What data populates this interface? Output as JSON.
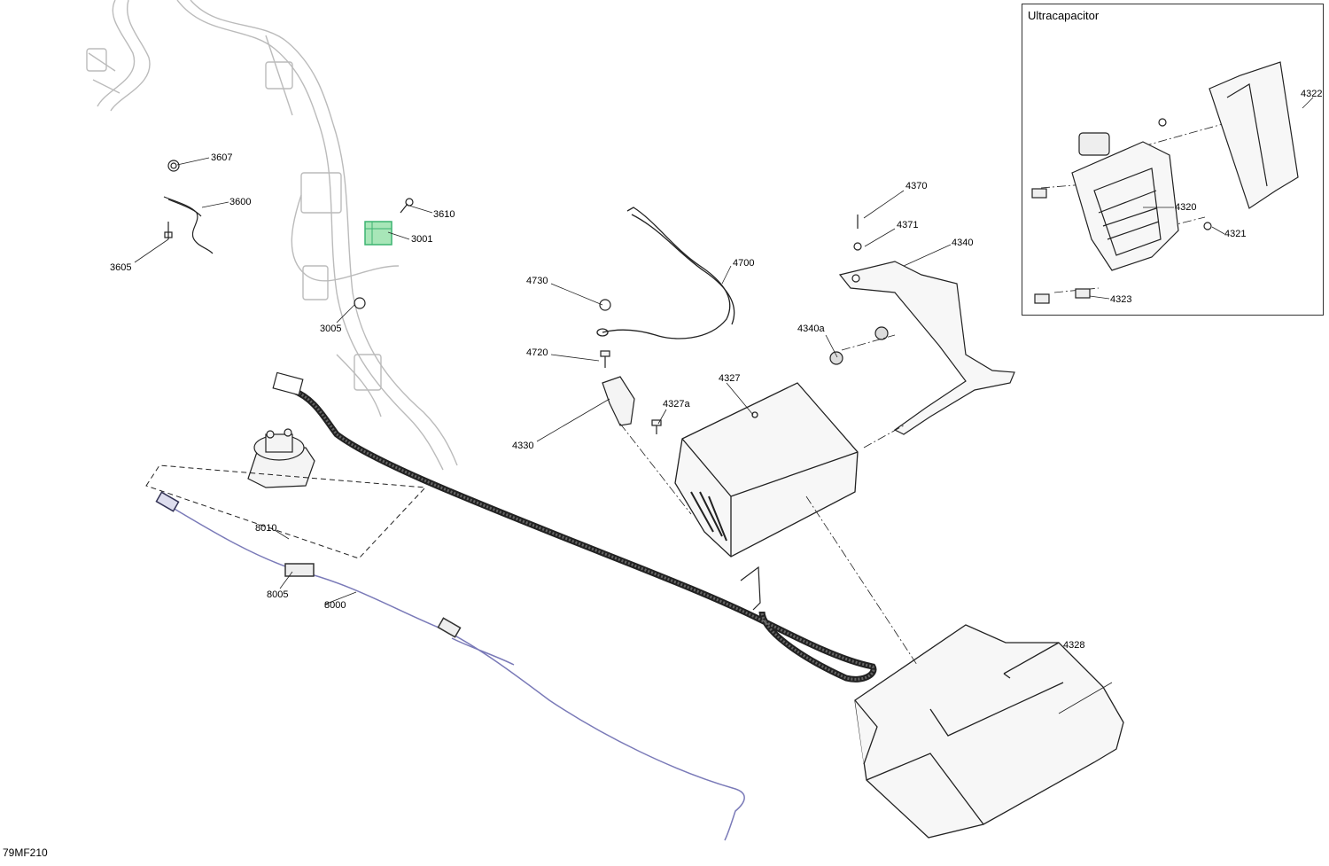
{
  "diagram": {
    "inset_title": "Ultracapacitor",
    "drawing_code": "79MF210",
    "highlight_color": "#3cb371",
    "line_color": "#222222",
    "ghost_color": "#bbbbbb",
    "cable_color": "#7a7ab8",
    "callouts": [
      "3607",
      "3600",
      "3605",
      "3610",
      "3001",
      "3005",
      "4370",
      "4371",
      "4340",
      "4700",
      "4730",
      "4720",
      "4340a",
      "4327",
      "4327a",
      "4330",
      "8010",
      "8005",
      "8000",
      "4328",
      "4322",
      "4320",
      "4321",
      "4323"
    ]
  }
}
